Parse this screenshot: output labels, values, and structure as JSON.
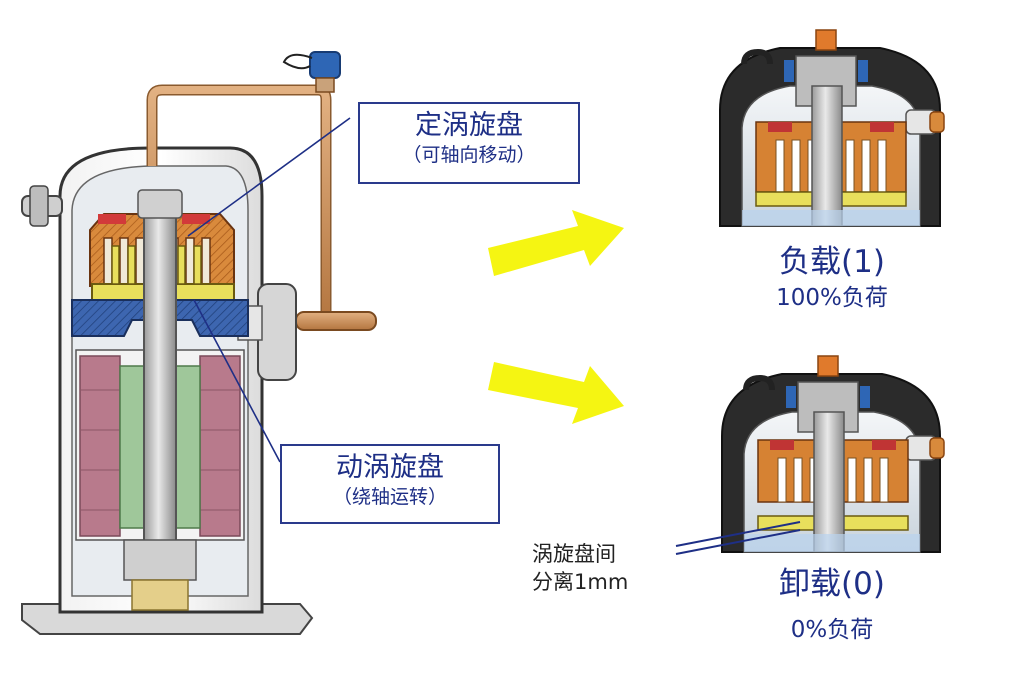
{
  "labels": {
    "fixed_scroll": {
      "title": "定涡旋盘",
      "subtitle": "（可轴向移动）"
    },
    "orbiting_scroll": {
      "title": "动涡旋盘",
      "subtitle": "（绕轴运转）"
    }
  },
  "states": {
    "loaded": {
      "title": "负载(1)",
      "subtitle": "100%负荷"
    },
    "unloaded": {
      "title": "卸载(0)",
      "subtitle": "0%负荷"
    }
  },
  "gap_note": {
    "line1": "涡旋盘间",
    "line2": "分离1mm"
  },
  "colors": {
    "label_text": "#1e2f86",
    "label_border": "#2a3a8c",
    "arrow": "#f5f512",
    "shell": "#3a3a3a",
    "copper": "#c98a54",
    "scroll_orange": "#d68233",
    "scroll_yellow": "#e8df5c",
    "stator": "#b87a8c",
    "rotor": "#9fc79a",
    "solenoid": "#2e66b5"
  }
}
